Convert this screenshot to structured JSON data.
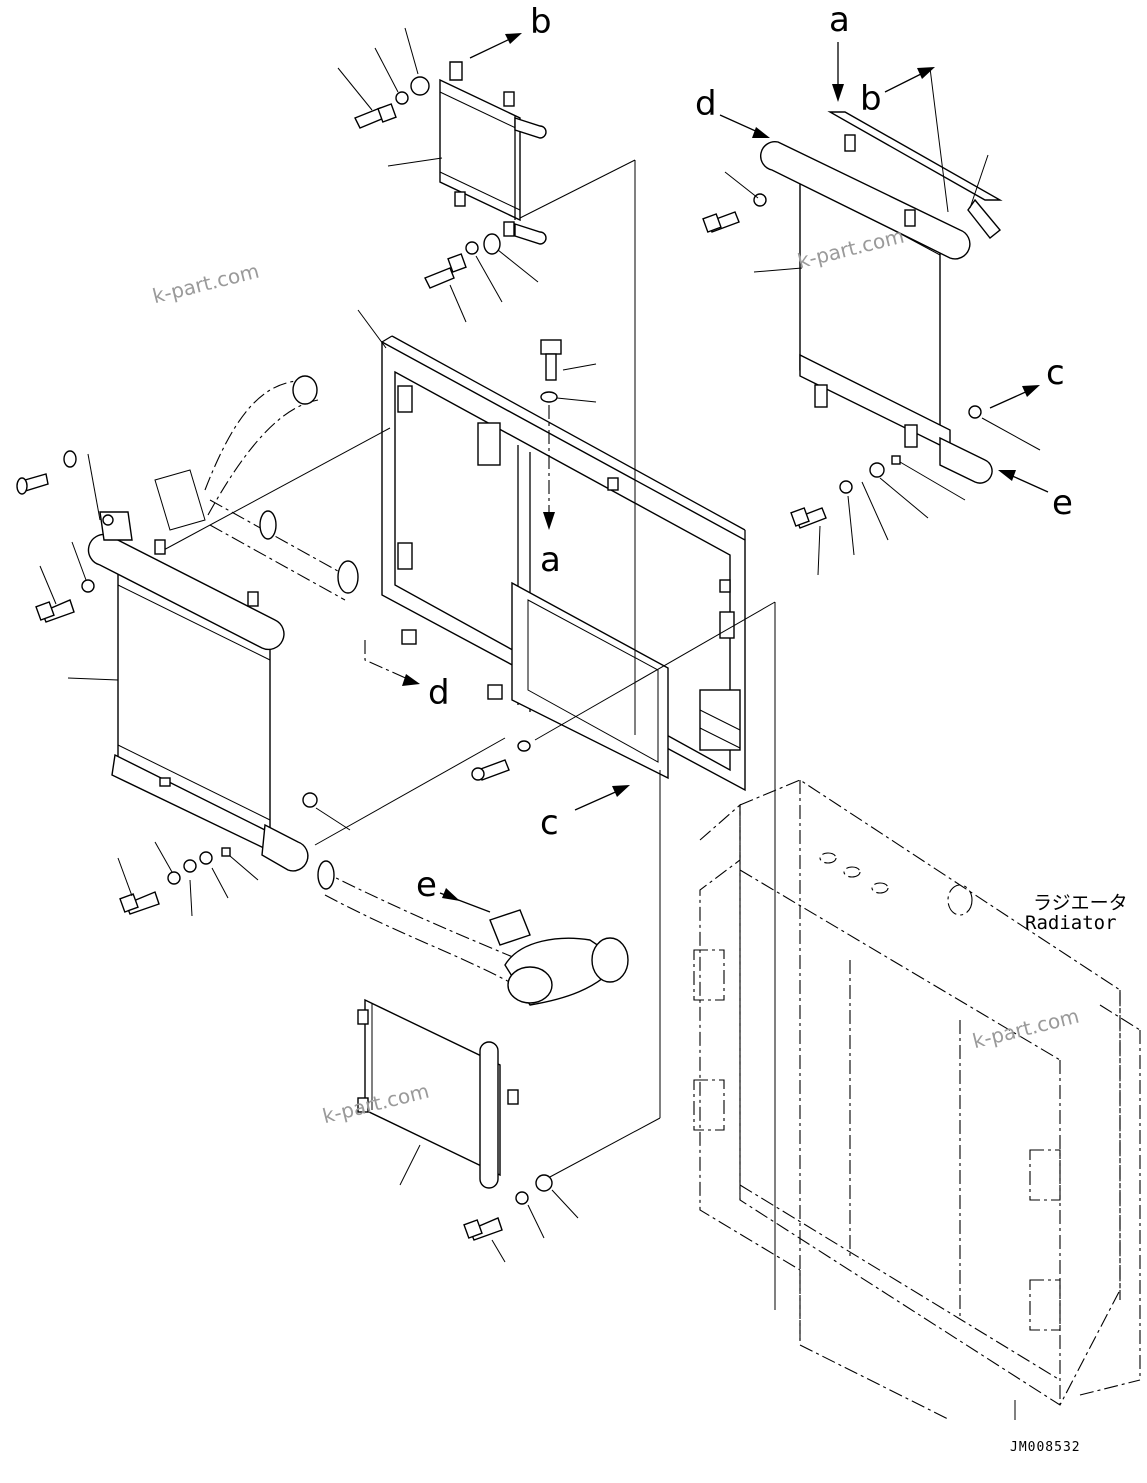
{
  "reference_letters": {
    "a_top": "a",
    "a_frame": "a",
    "b_left": "b",
    "b_right": "b",
    "c_right": "c",
    "c_frame": "c",
    "d_right": "d",
    "d_frame": "d",
    "e_right": "e",
    "e_hose": "e"
  },
  "radiator_label": {
    "japanese": "ラジエータ",
    "english": "Radiator"
  },
  "drawing_code": "JM008532",
  "watermarks": [
    "k-part.com",
    "k-part.com",
    "k-part.com",
    "k-part.com"
  ]
}
